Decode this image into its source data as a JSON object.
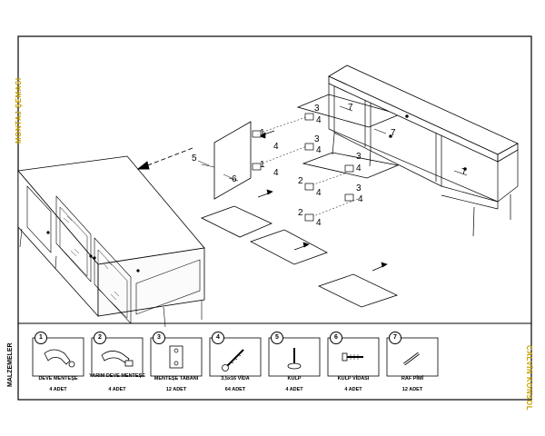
{
  "sheet": {
    "side_title": "MONTAJ ŞEMASI",
    "product_name": "CALVİN KONSOL",
    "materials_title": "MALZEMELER"
  },
  "callouts": {
    "c1a": "1",
    "c1b": "1",
    "c2a": "2",
    "c2b": "2",
    "c3a": "3",
    "c3b": "3",
    "c3c": "3",
    "c3d": "3",
    "c4a": "4",
    "c4b": "4",
    "c4c": "4",
    "c4d": "4",
    "c4e": "4",
    "c4f": "4",
    "c4g": "4",
    "c4h": "4",
    "c5": "5",
    "c6": "6",
    "c7a": "7",
    "c7b": "7",
    "c7c": "7"
  },
  "materials": [
    {
      "num": "1",
      "name": "DEVE MENTEŞE",
      "qty": "4 ADET",
      "icon": "hinge-icon"
    },
    {
      "num": "2",
      "name": "YARIM DEVE MENTEŞE",
      "qty": "4 ADET",
      "icon": "half-hinge-icon"
    },
    {
      "num": "3",
      "name": "MENTEŞE TABANI",
      "qty": "12 ADET",
      "icon": "hinge-base-icon"
    },
    {
      "num": "4",
      "name": "3,5x16 VİDA",
      "qty": "64 ADET",
      "icon": "screw-icon"
    },
    {
      "num": "5",
      "name": "KULP",
      "qty": "4 ADET",
      "icon": "knob-icon"
    },
    {
      "num": "6",
      "name": "KULP VİDASI",
      "qty": "4 ADET",
      "icon": "knob-screw-icon"
    },
    {
      "num": "7",
      "name": "RAF PİMİ",
      "qty": "12 ADET",
      "icon": "shelf-pin-icon"
    }
  ]
}
